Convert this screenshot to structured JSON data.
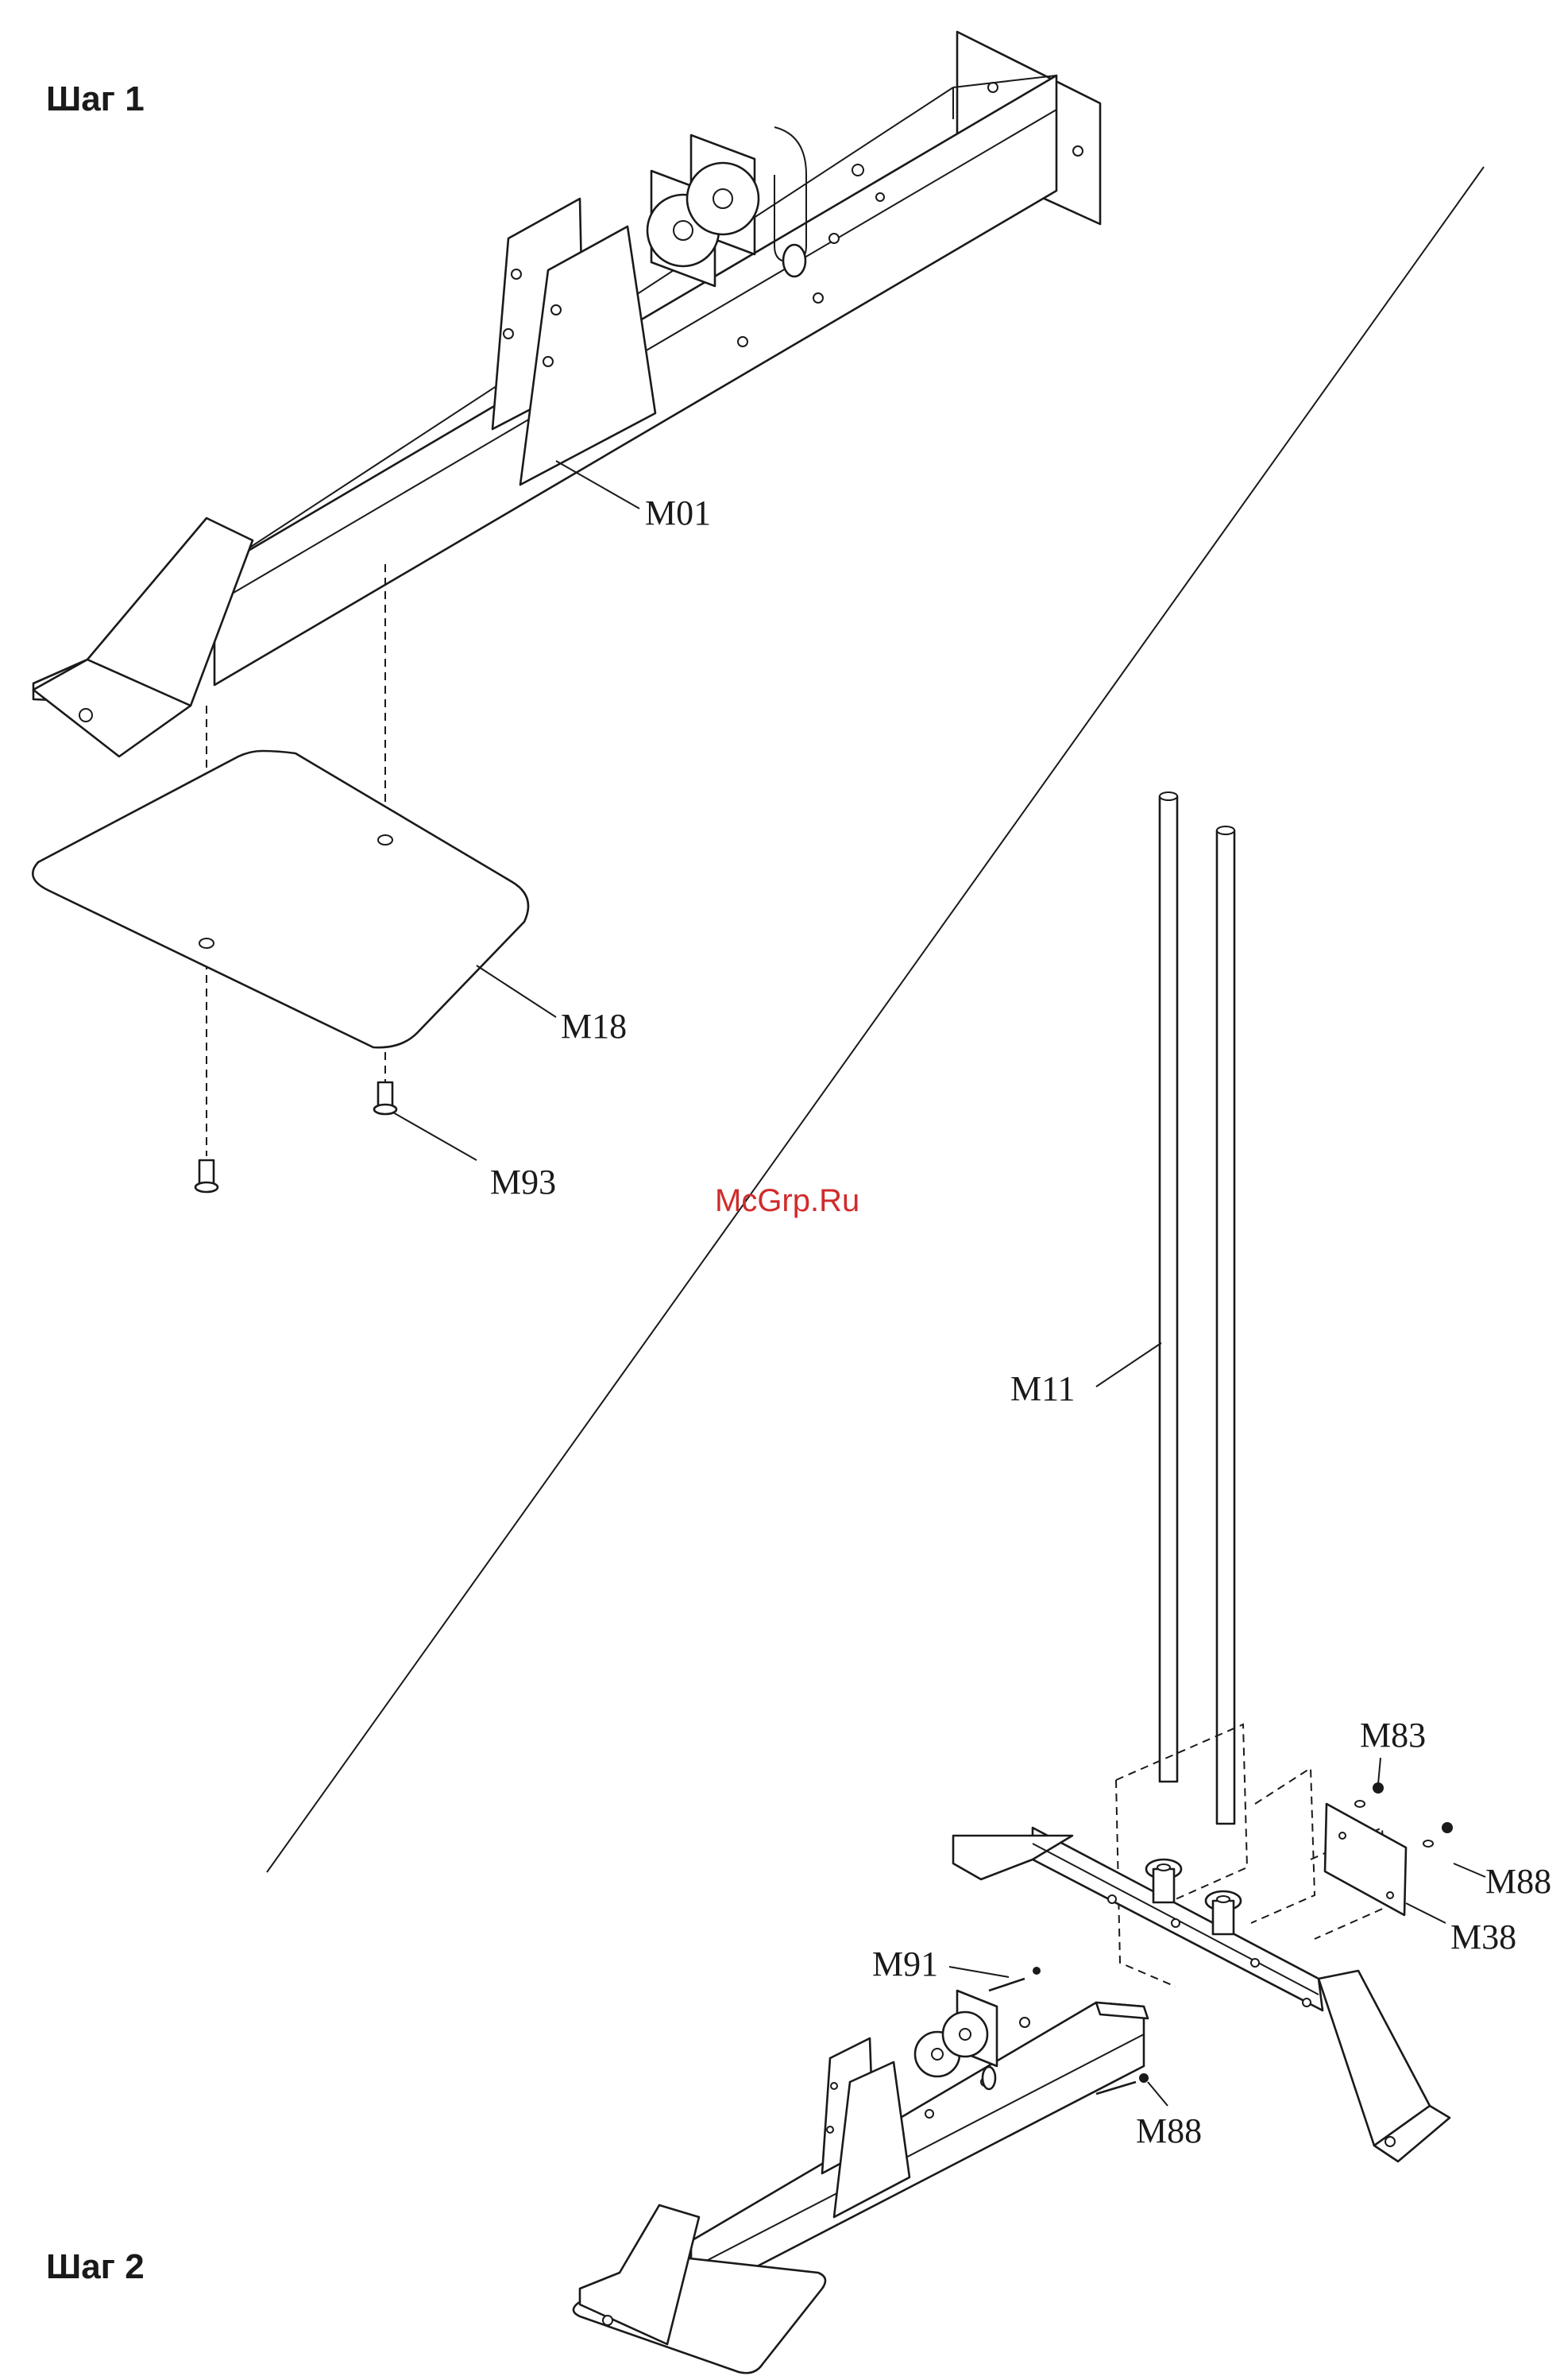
{
  "steps": {
    "step1": {
      "title": "Шаг 1"
    },
    "step2": {
      "title": "Шаг 2"
    }
  },
  "watermark": "McGrp.Ru",
  "parts": {
    "m01": "M01",
    "m18": "M18",
    "m93": "M93",
    "m11": "M11",
    "m83": "M83",
    "m88_top": "M88",
    "m38": "M38",
    "m91": "M91",
    "m88_bottom": "M88"
  }
}
